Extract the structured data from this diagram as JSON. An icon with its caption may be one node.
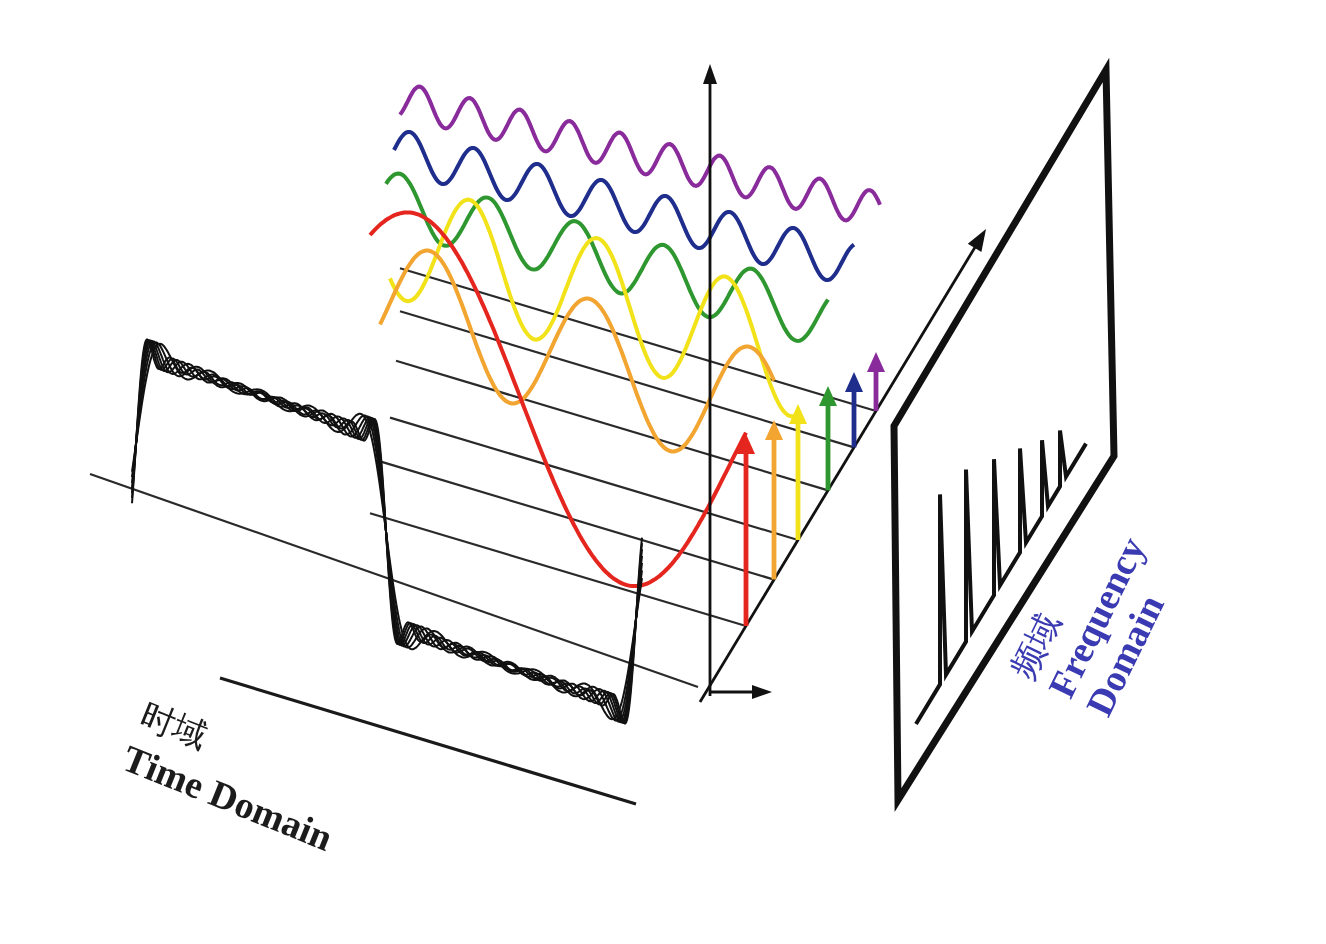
{
  "diagram": {
    "labels": [
      "时域",
      "Time Domain",
      "频域",
      "Frequency Domain"
    ]
  }
}
